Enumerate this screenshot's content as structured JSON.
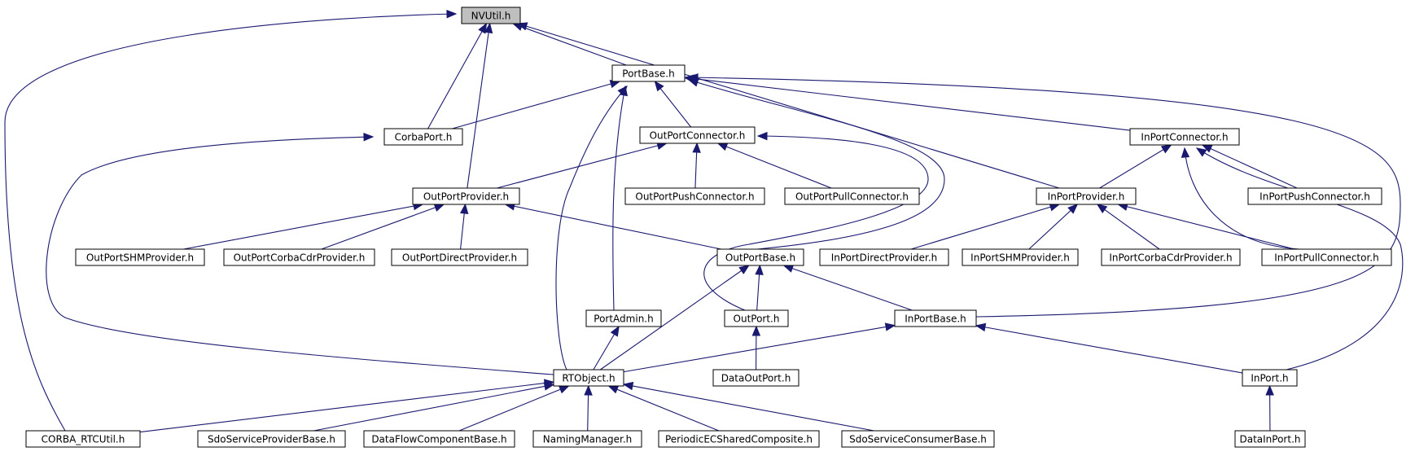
{
  "nodes": [
    {
      "id": "nvutil",
      "label": "NVUtil.h",
      "root": true
    },
    {
      "id": "portbase",
      "label": "PortBase.h"
    },
    {
      "id": "corbaport",
      "label": "CorbaPort.h"
    },
    {
      "id": "outportconnector",
      "label": "OutPortConnector.h"
    },
    {
      "id": "inportconnector",
      "label": "InPortConnector.h"
    },
    {
      "id": "outportprovider",
      "label": "OutPortProvider.h"
    },
    {
      "id": "outportpushconnector",
      "label": "OutPortPushConnector.h"
    },
    {
      "id": "outportpullconnector",
      "label": "OutPortPullConnector.h"
    },
    {
      "id": "inportprovider",
      "label": "InPortProvider.h"
    },
    {
      "id": "inportpushconnector",
      "label": "InPortPushConnector.h"
    },
    {
      "id": "outportshmprovider",
      "label": "OutPortSHMProvider.h"
    },
    {
      "id": "outportcorbacdrprovider",
      "label": "OutPortCorbaCdrProvider.h"
    },
    {
      "id": "outportdirectprovider",
      "label": "OutPortDirectProvider.h"
    },
    {
      "id": "outportbase",
      "label": "OutPortBase.h"
    },
    {
      "id": "inportdirectprovider",
      "label": "InPortDirectProvider.h"
    },
    {
      "id": "inportshmprovider",
      "label": "InPortSHMProvider.h"
    },
    {
      "id": "inportcorbacdrprovider",
      "label": "InPortCorbaCdrProvider.h"
    },
    {
      "id": "inportpullconnector",
      "label": "InPortPullConnector.h"
    },
    {
      "id": "portadmin",
      "label": "PortAdmin.h"
    },
    {
      "id": "outport",
      "label": "OutPort.h"
    },
    {
      "id": "inportbase",
      "label": "InPortBase.h"
    },
    {
      "id": "rtobject",
      "label": "RTObject.h"
    },
    {
      "id": "dataoutport",
      "label": "DataOutPort.h"
    },
    {
      "id": "inport",
      "label": "InPort.h"
    },
    {
      "id": "corba_rtcutil",
      "label": "CORBA_RTCUtil.h"
    },
    {
      "id": "sdoserviceproviderbase",
      "label": "SdoServiceProviderBase.h"
    },
    {
      "id": "dataflowcomponentbase",
      "label": "DataFlowComponentBase.h"
    },
    {
      "id": "namingmanager",
      "label": "NamingManager.h"
    },
    {
      "id": "periodicecsharedcomposite",
      "label": "PeriodicECSharedComposite.h"
    },
    {
      "id": "sdoserviceconsumerbase",
      "label": "SdoServiceConsumerBase.h"
    },
    {
      "id": "datainport",
      "label": "DataInPort.h"
    }
  ],
  "edges": [
    {
      "from": "portbase",
      "to": "nvutil"
    },
    {
      "from": "corbaport",
      "to": "nvutil"
    },
    {
      "from": "outportprovider",
      "to": "nvutil"
    },
    {
      "from": "corba_rtcutil",
      "to": "nvutil"
    },
    {
      "from": "inportprovider",
      "to": "nvutil"
    },
    {
      "from": "corbaport",
      "to": "portbase"
    },
    {
      "from": "outportconnector",
      "to": "portbase"
    },
    {
      "from": "inportconnector",
      "to": "portbase"
    },
    {
      "from": "rtobject",
      "to": "portbase"
    },
    {
      "from": "portadmin",
      "to": "portbase"
    },
    {
      "from": "outportbase",
      "to": "portbase"
    },
    {
      "from": "inportbase",
      "to": "portbase"
    },
    {
      "from": "rtobject",
      "to": "corbaport"
    },
    {
      "from": "outportprovider",
      "to": "outportconnector"
    },
    {
      "from": "outportpushconnector",
      "to": "outportconnector"
    },
    {
      "from": "outportpullconnector",
      "to": "outportconnector"
    },
    {
      "from": "outport",
      "to": "outportconnector"
    },
    {
      "from": "inportprovider",
      "to": "inportconnector"
    },
    {
      "from": "inportpushconnector",
      "to": "inportconnector"
    },
    {
      "from": "inportpullconnector",
      "to": "inportconnector"
    },
    {
      "from": "inport",
      "to": "inportconnector"
    },
    {
      "from": "outportshmprovider",
      "to": "outportprovider"
    },
    {
      "from": "outportcorbacdrprovider",
      "to": "outportprovider"
    },
    {
      "from": "outportdirectprovider",
      "to": "outportprovider"
    },
    {
      "from": "outportbase",
      "to": "outportprovider"
    },
    {
      "from": "inportdirectprovider",
      "to": "inportprovider"
    },
    {
      "from": "inportshmprovider",
      "to": "inportprovider"
    },
    {
      "from": "inportcorbacdrprovider",
      "to": "inportprovider"
    },
    {
      "from": "inportpullconnector",
      "to": "inportprovider"
    },
    {
      "from": "rtobject",
      "to": "outportbase"
    },
    {
      "from": "outport",
      "to": "outportbase"
    },
    {
      "from": "inportbase",
      "to": "outportbase"
    },
    {
      "from": "rtobject",
      "to": "portadmin"
    },
    {
      "from": "dataoutport",
      "to": "outport"
    },
    {
      "from": "rtobject",
      "to": "inportbase"
    },
    {
      "from": "inport",
      "to": "inportbase"
    },
    {
      "from": "corba_rtcutil",
      "to": "rtobject"
    },
    {
      "from": "sdoserviceproviderbase",
      "to": "rtobject"
    },
    {
      "from": "dataflowcomponentbase",
      "to": "rtobject"
    },
    {
      "from": "namingmanager",
      "to": "rtobject"
    },
    {
      "from": "periodicecsharedcomposite",
      "to": "rtobject"
    },
    {
      "from": "sdoserviceconsumerbase",
      "to": "rtobject"
    },
    {
      "from": "datainport",
      "to": "inport"
    }
  ],
  "colors": {
    "edge": "#191970",
    "root_fill": "#bfbfbf",
    "node_fill": "#ffffff",
    "node_stroke": "#000000"
  }
}
